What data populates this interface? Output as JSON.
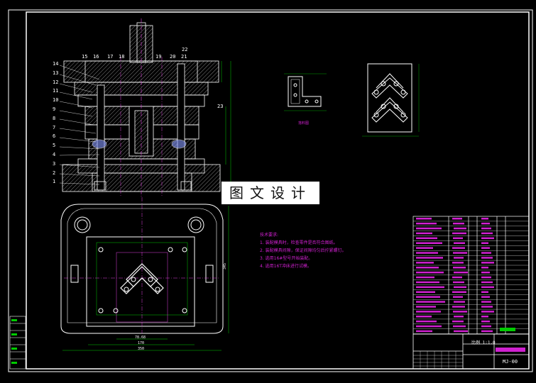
{
  "watermark": "图文设计",
  "notes": {
    "title": "技术要求:",
    "items": [
      "1. 装配模具时，检查零件是否符合图纸。",
      "2. 装配模具间隙，保证间隙均匀后拧紧螺钉。",
      "3. 选用16#型号开始装配。",
      "4. 选用16T冲床进行试模。"
    ]
  },
  "part_numbers_left": [
    "14",
    "13",
    "12",
    "11",
    "10",
    "9",
    "8",
    "7",
    "6",
    "5",
    "4",
    "3",
    "2",
    "1"
  ],
  "part_numbers_top": [
    "15",
    "16",
    "17",
    "18",
    "19",
    "20",
    "21",
    "22"
  ],
  "part_number_right": "23",
  "dimensions": {
    "width_total": "350",
    "width_inner": "170",
    "width_part": "78.68",
    "height_right": "345"
  },
  "sub_view_label": "落料图",
  "title_block": {
    "scale": "比例 1:1.0",
    "drawing_code": "MJ-00"
  },
  "colors": {
    "background": "#000000",
    "frame": "#ffffff",
    "line": "#ffffff",
    "dimension": "#00cc00",
    "annotation": "#d020d0",
    "hatch": "#cccccc"
  }
}
